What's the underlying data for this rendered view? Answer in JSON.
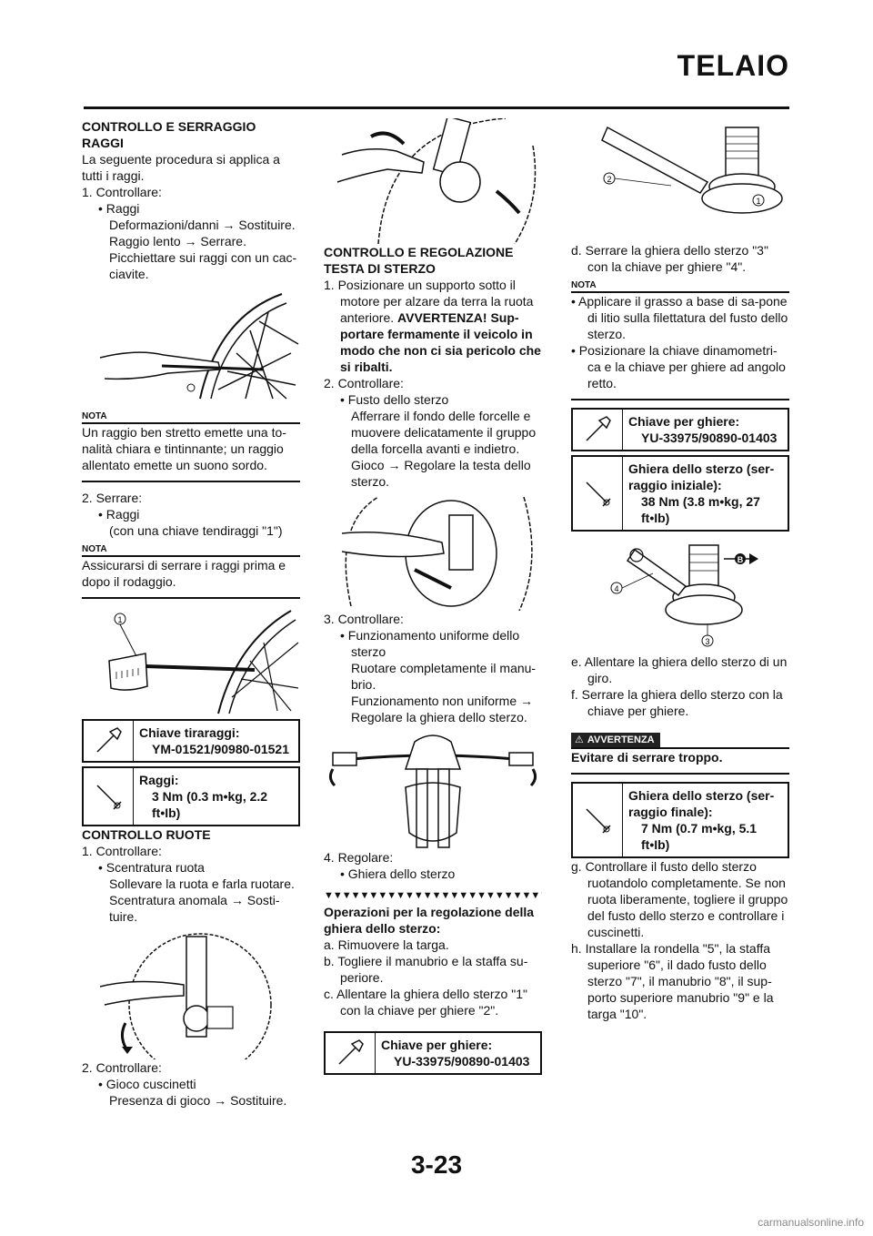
{
  "header": {
    "title": "TELAIO",
    "page_number": "3-23",
    "footer_url": "carmanualsonline.info"
  },
  "col1": {
    "sec1_title": "CONTROLLO E SERRAGGIO RAGGI",
    "sec1_intro": "La seguente procedura si applica a tutti i raggi.",
    "step1": "1. Controllare:",
    "step1_bullet": "• Raggi",
    "step1_l1": "Deformazioni/danni → Sostituire.",
    "step1_l2": "Raggio lento → Serrare.",
    "step1_l3": "Picchiettare sui raggi con un cac-ciavite.",
    "nota1_label": "NOTA",
    "nota1_text": "Un raggio ben stretto emette una to-nalità chiara e tintinnante; un raggio allentato emette un suono sordo.",
    "step2": "2. Serrare:",
    "step2_bullet": "• Raggi",
    "step2_l1": "(con una chiave tendiraggi \"1\")",
    "nota2_label": "NOTA",
    "nota2_text": "Assicurarsi di serrare i raggi prima e dopo il rodaggio.",
    "fig_callout": "1",
    "spec1_name": "Chiave tiraraggi:",
    "spec1_value": "YM-01521/90980-01521",
    "spec2_name": "Raggi:",
    "spec2_value": "3 Nm (0.3 m•kg, 2.2 ft•Ib)",
    "sec2_title": "CONTROLLO RUOTE",
    "s2_step1": "1. Controllare:",
    "s2_step1_bullet": "• Scentratura ruota",
    "s2_step1_l1": "Sollevare la ruota e farla ruotare.",
    "s2_step1_l2": "Scentratura anomala → Sosti-tuire.",
    "s2_step2": "2. Controllare:",
    "s2_step2_bullet": "• Gioco cuscinetti",
    "s2_step2_l1": "Presenza di gioco → Sostituire."
  },
  "col2": {
    "sec_title": "CONTROLLO E REGOLAZIONE TESTA DI STERZO",
    "step1": "1. Posizionare un supporto sotto il motore per alzare da terra la ruota anteriore.",
    "step1_warn": "AVVERTENZA! Sup-portare fermamente il veicolo in modo che non ci sia pericolo che si ribalti.",
    "step2": "2. Controllare:",
    "step2_bullet": "• Fusto dello sterzo",
    "step2_l1": "Afferrare il fondo delle forcelle e muovere delicatamente il gruppo della forcella avanti e indietro.",
    "step2_l2": "Gioco → Regolare la testa dello sterzo.",
    "step3": "3. Controllare:",
    "step3_bullet": "• Funzionamento uniforme dello sterzo",
    "step3_l1": "Ruotare completamente il manu-brio.",
    "step3_l2": "Funzionamento non uniforme → Regolare la ghiera dello sterzo.",
    "step4": "4. Regolare:",
    "step4_bullet": "• Ghiera dello sterzo",
    "triangles": "▼▼▼▼▼▼▼▼▼▼▼▼▼▼▼▼▼▼▼▼▼▼▼▼▼▼▼▼▼▼▼▼▼",
    "proc_title": "Operazioni per la regolazione della ghiera dello sterzo:",
    "a": "a. Rimuovere la targa.",
    "b": "b. Togliere il manubrio e la staffa su-periore.",
    "c": "c. Allentare la ghiera dello sterzo \"1\" con la chiave per ghiere \"2\".",
    "spec_name": "Chiave per ghiere:",
    "spec_value": "YU-33975/90890-01403"
  },
  "col3": {
    "fig1_callout1": "1",
    "fig1_callout2": "2",
    "d": "d. Serrare la ghiera dello sterzo \"3\" con la chiave per ghiere \"4\".",
    "nota_label": "NOTA",
    "nota_b1": "• Applicare il grasso a base di sa-pone di litio sulla filettatura del fusto dello sterzo.",
    "nota_b2": "• Posizionare la chiave dinamometri-ca e la chiave per ghiere ad angolo retto.",
    "spec1_name": "Chiave per ghiere:",
    "spec1_value": "YU-33975/90890-01403",
    "spec2_name": "Ghiera dello sterzo (ser-raggio iniziale):",
    "spec2_value": "38 Nm (3.8 m•kg, 27 ft•Ib)",
    "fig2_callout3": "3",
    "fig2_callout4": "4",
    "fig2_grease": "B",
    "e": "e. Allentare la ghiera dello sterzo di un giro.",
    "f": "f. Serrare la ghiera dello sterzo con la chiave per ghiere.",
    "warn_label": "AVVERTENZA",
    "warn_text": "Evitare di serrare troppo.",
    "spec3_name": "Ghiera dello sterzo (ser-raggio finale):",
    "spec3_value": "7 Nm (0.7 m•kg, 5.1 ft•Ib)",
    "g": "g. Controllare il fusto dello sterzo ruotandolo completamente. Se non ruota liberamente, togliere il gruppo del fusto dello sterzo e controllare i cuscinetti.",
    "h": "h. Installare la rondella \"5\", la staffa superiore \"6\", il dado fusto dello sterzo \"7\", il manubrio \"8\", il sup-porto superiore manubrio \"9\" e la targa \"10\"."
  }
}
